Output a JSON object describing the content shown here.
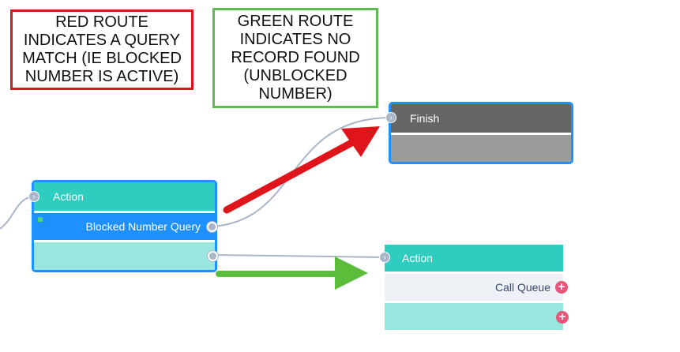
{
  "notes": {
    "red": "RED ROUTE INDICATES A QUERY MATCH (IE BLOCKED NUMBER IS ACTIVE)",
    "green": "GREEN ROUTE INDICATES NO RECORD FOUND (UNBLOCKED NUMBER)"
  },
  "nodes": {
    "finish": {
      "title": "Finish"
    },
    "action_left": {
      "title": "Action",
      "output_label": "Blocked Number Query"
    },
    "action_right": {
      "title": "Action",
      "output_label": "Call Queue"
    }
  },
  "colors": {
    "red_route": "#e0151b",
    "green_route": "#5cbd3a",
    "teal_header": "#2ecdc0",
    "selected_blue": "#1e90ff",
    "connector": "#a9b5c8"
  }
}
